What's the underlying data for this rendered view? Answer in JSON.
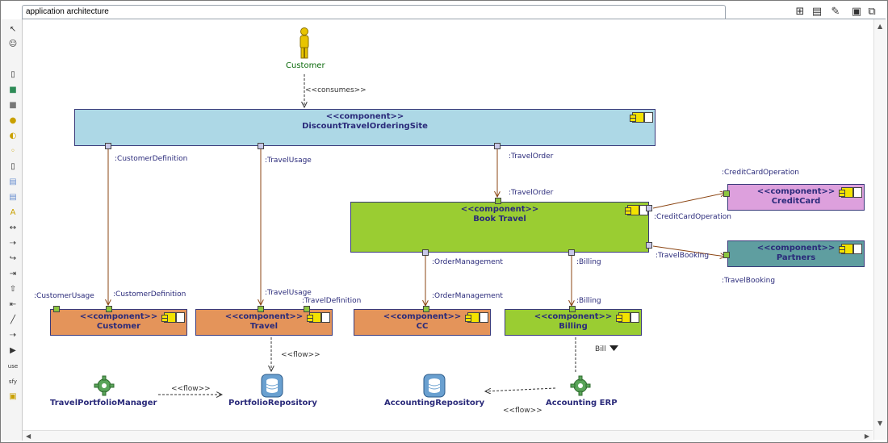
{
  "diagram": {
    "title": "application architecture",
    "actor": {
      "label": "Customer"
    },
    "stereotypes": {
      "consumes": "<<consumes>>",
      "flow": "<<flow>>"
    },
    "components": {
      "site": {
        "stereotype": "<<component>>",
        "name": "DiscountTravelOrderingSite"
      },
      "book": {
        "stereotype": "<<component>>",
        "name": "Book Travel"
      },
      "credit": {
        "stereotype": "<<component>>",
        "name": "CreditCard"
      },
      "partners": {
        "stereotype": "<<component>>",
        "name": "Partners"
      },
      "customer": {
        "stereotype": "<<component>>",
        "name": "Customer"
      },
      "travel": {
        "stereotype": "<<component>>",
        "name": "Travel"
      },
      "cc": {
        "stereotype": "<<component>>",
        "name": "CC"
      },
      "billing": {
        "stereotype": "<<component>>",
        "name": "Billing"
      }
    },
    "ports": {
      "customer_definition": ":CustomerDefinition",
      "travel_usage": ":TravelUsage",
      "travel_order": ":TravelOrder",
      "credit_card_operation": ":CreditCardOperation",
      "travel_booking": ":TravelBooking",
      "order_management": ":OrderManagement",
      "billing": ":Billing",
      "customer_usage": ":CustomerUsage",
      "travel_definition": ":TravelDefinition"
    },
    "nodes": {
      "travel_portfolio_manager": "TravelPortfolioManager",
      "portfolio_repository": "PortfolioRepository",
      "accounting_repository": "AccountingRepository",
      "accounting_erp": "Accounting ERP"
    },
    "bill_label": "Bill",
    "colors": {
      "site": "#add8e6",
      "book": "#9acd32",
      "credit": "#dda0dd",
      "partners": "#5f9ea0",
      "orange": "#e4945a",
      "billing": "#9acd32",
      "line": "#8b4513"
    }
  }
}
